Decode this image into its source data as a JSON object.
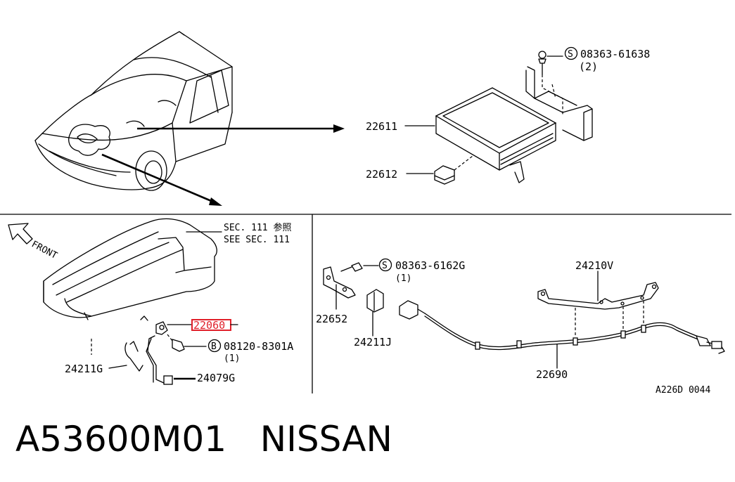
{
  "parts": {
    "control_unit": "22611",
    "bracket_pad": "22612",
    "screw_top": "08363-61638",
    "screw_top_qty": "(2)",
    "section_ref_1": "SEC. 111 参照",
    "section_ref_2": "SEE SEC. 111",
    "front_label": "FRONT",
    "highlighted_part": "22060",
    "bolt_b": "08120-8301A",
    "bolt_b_qty": "(1)",
    "clip_left": "24211G",
    "harness_left": "24079G",
    "bracket_right": "22652",
    "screw_right": "08363-6162G",
    "screw_right_qty": "(1)",
    "connector": "24211J",
    "harness_bracket": "24210V",
    "sensor_harness": "22690",
    "diagram_code": "A226D 0044",
    "circle_s": "S",
    "circle_b": "B"
  },
  "caption": {
    "part_number": "A53600M01",
    "brand": "NISSAN"
  },
  "colors": {
    "highlight": "#e0202a",
    "line": "#000000"
  }
}
